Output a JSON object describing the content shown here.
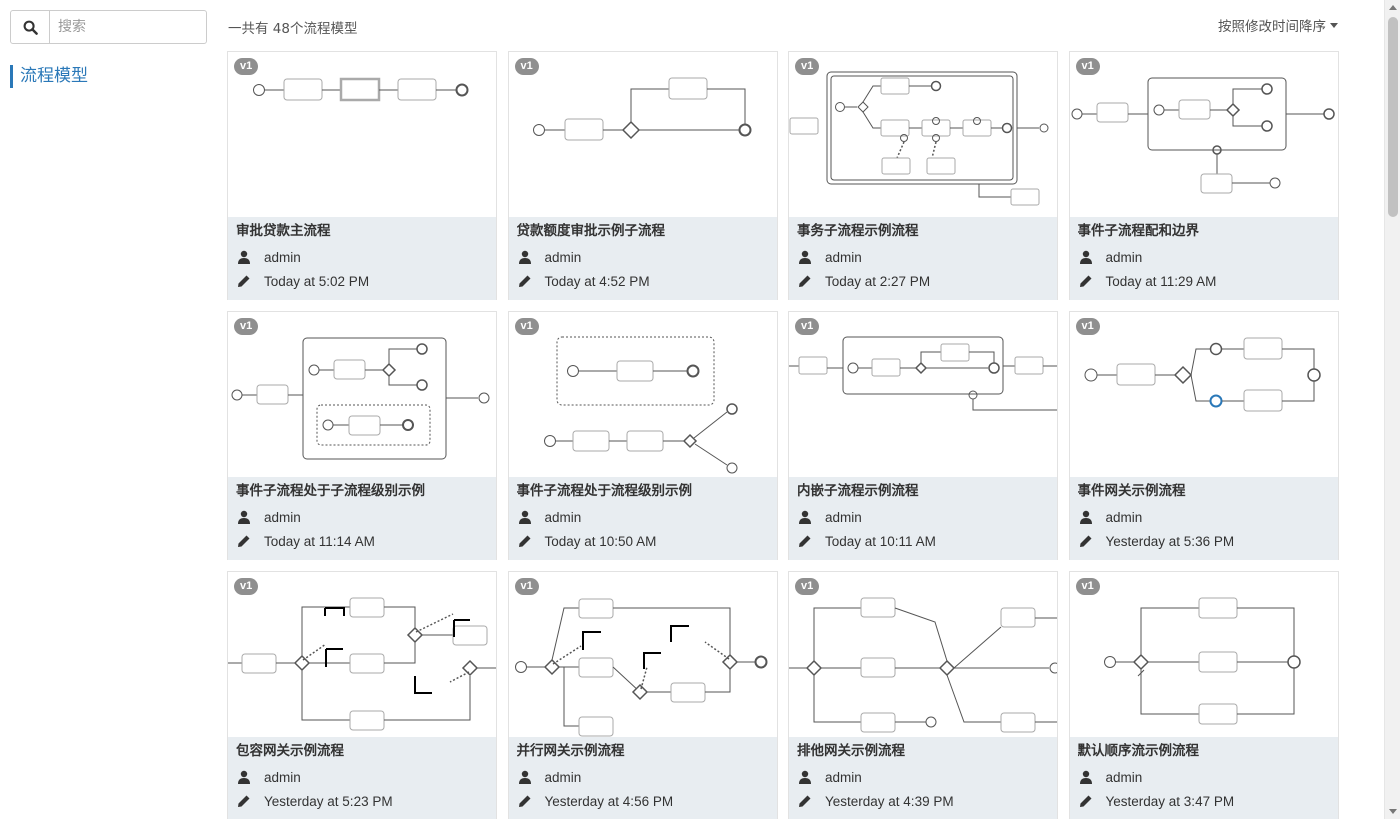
{
  "search": {
    "placeholder": "搜索"
  },
  "sidebar": {
    "items": [
      {
        "label": "流程模型"
      }
    ]
  },
  "header": {
    "count_text": "一共有 48个流程模型",
    "sort_label": "按照修改时间降序"
  },
  "models": [
    {
      "name": "审批贷款主流程",
      "version": "v1",
      "author": "admin",
      "modified": "Today at 5:02 PM"
    },
    {
      "name": "贷款额度审批示例子流程",
      "version": "v1",
      "author": "admin",
      "modified": "Today at 4:52 PM"
    },
    {
      "name": "事务子流程示例流程",
      "version": "v1",
      "author": "admin",
      "modified": "Today at 2:27 PM"
    },
    {
      "name": "事件子流程配和边界",
      "version": "v1",
      "author": "admin",
      "modified": "Today at 11:29 AM"
    },
    {
      "name": "事件子流程处于子流程级别示例",
      "version": "v1",
      "author": "admin",
      "modified": "Today at 11:14 AM"
    },
    {
      "name": "事件子流程处于流程级别示例",
      "version": "v1",
      "author": "admin",
      "modified": "Today at 10:50 AM"
    },
    {
      "name": "内嵌子流程示例流程",
      "version": "v1",
      "author": "admin",
      "modified": "Today at 10:11 AM"
    },
    {
      "name": "事件网关示例流程",
      "version": "v1",
      "author": "admin",
      "modified": "Yesterday at 5:36 PM"
    },
    {
      "name": "包容网关示例流程",
      "version": "v1",
      "author": "admin",
      "modified": "Yesterday at 5:23 PM"
    },
    {
      "name": "并行网关示例流程",
      "version": "v1",
      "author": "admin",
      "modified": "Yesterday at 4:56 PM"
    },
    {
      "name": "排他网关示例流程",
      "version": "v1",
      "author": "admin",
      "modified": "Yesterday at 4:39 PM"
    },
    {
      "name": "默认顺序流示例流程",
      "version": "v1",
      "author": "admin",
      "modified": "Yesterday at 3:47 PM"
    }
  ],
  "icons": {
    "search": "search-icon",
    "user": "user-icon",
    "edit": "pencil-icon"
  },
  "colors": {
    "accent": "#2a78b8",
    "card_info_bg": "#e8edf1",
    "badge_bg": "#8f8f8f"
  }
}
